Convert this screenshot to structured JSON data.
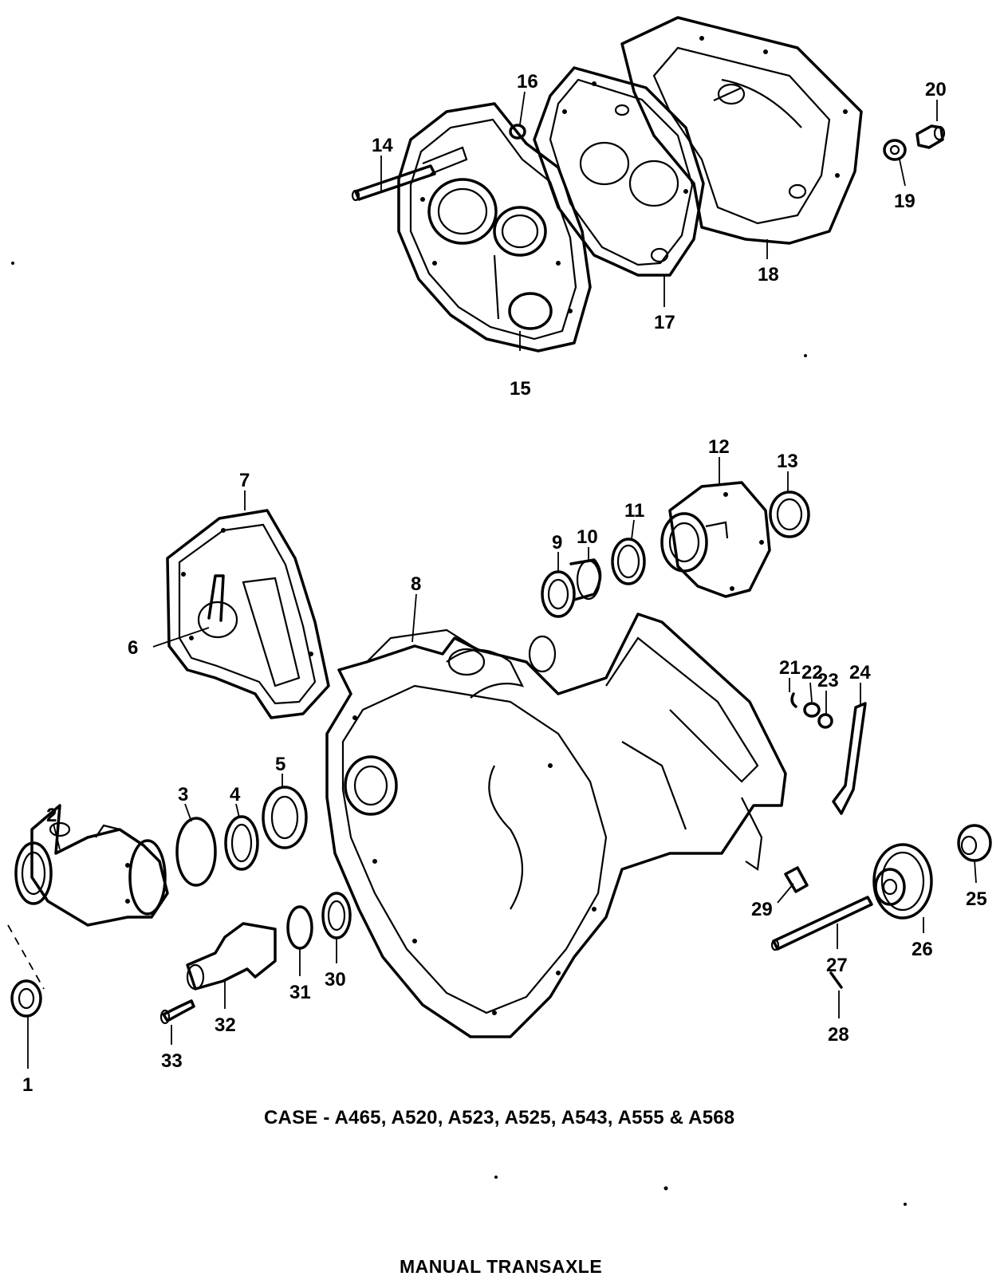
{
  "caption": "CASE - A465, A520, A523, A525, A543, A555 & A568",
  "title": "MANUAL TRANSAXLE",
  "callouts": [
    "1",
    "2",
    "3",
    "4",
    "5",
    "6",
    "7",
    "8",
    "9",
    "10",
    "11",
    "12",
    "13",
    "14",
    "15",
    "16",
    "17",
    "18",
    "19",
    "20",
    "21",
    "22",
    "23",
    "24",
    "25",
    "26",
    "27",
    "28",
    "29",
    "30",
    "31",
    "32",
    "33"
  ]
}
